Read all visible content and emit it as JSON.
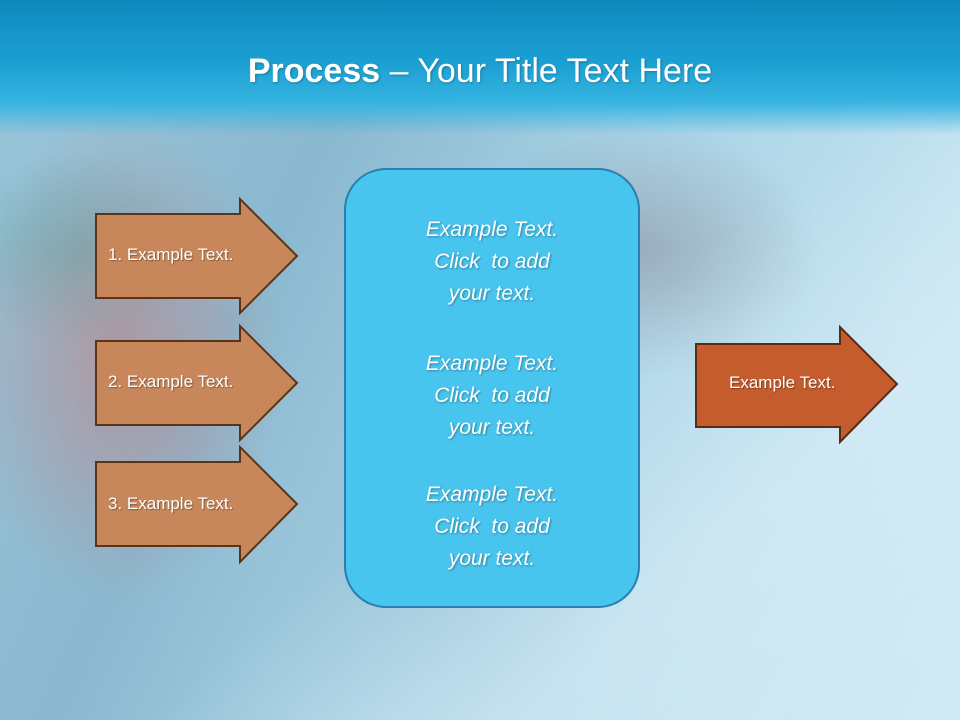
{
  "title": {
    "bold": "Process",
    "rest": " – Your Title Text Here"
  },
  "input_arrows": [
    {
      "label": "1. Example Text."
    },
    {
      "label": "2. Example Text."
    },
    {
      "label": "3. Example Text."
    }
  ],
  "center_blocks": [
    {
      "lines": [
        "Example Text.",
        "Click  to add",
        "your text."
      ]
    },
    {
      "lines": [
        "Example Text.",
        "Click  to add",
        "your text."
      ]
    },
    {
      "lines": [
        "Example Text.",
        "Click  to add",
        "your text."
      ]
    }
  ],
  "output_arrow": {
    "label": "Example Text."
  },
  "colors": {
    "input_arrow_fill": "#c8875a",
    "input_arrow_stroke": "#5a3418",
    "output_arrow_fill": "#c45c2e",
    "output_arrow_stroke": "#5a2a12",
    "center_box": "#48c5ef",
    "header": "#1a9fd2"
  }
}
